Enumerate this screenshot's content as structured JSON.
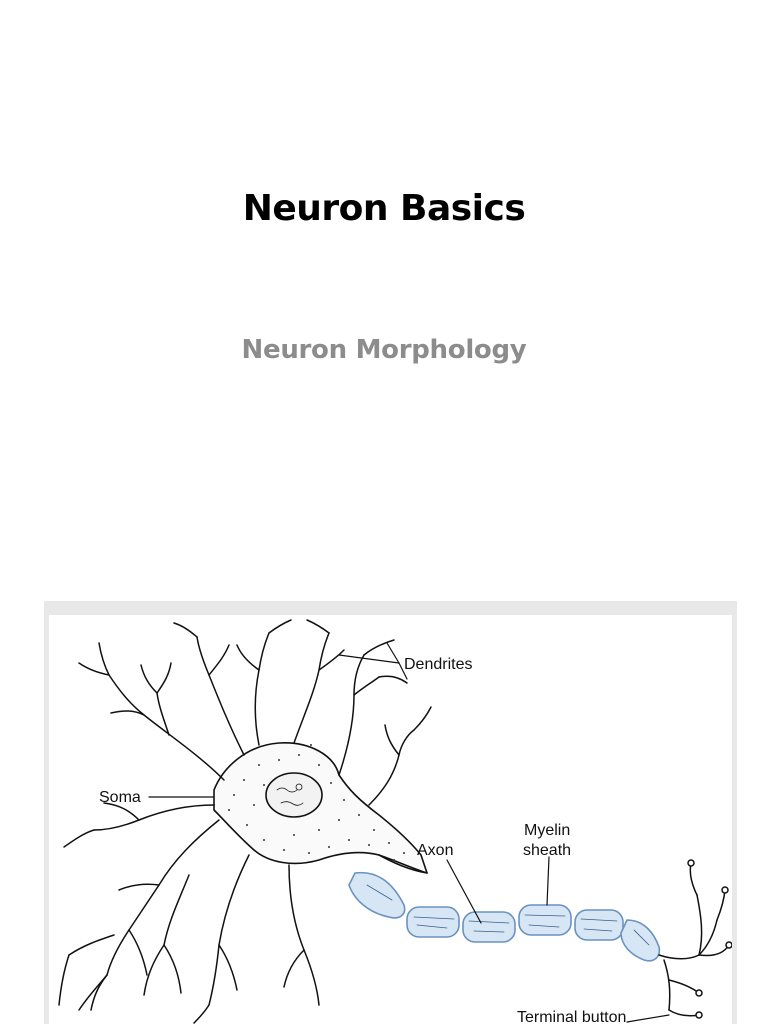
{
  "slide": {
    "title": "Neuron Basics",
    "subtitle": "Neuron Morphology"
  },
  "diagram": {
    "labels": {
      "dendrites": "Dendrites",
      "soma": "Soma",
      "axon": "Axon",
      "myelin_line1": "Myelin",
      "myelin_line2": "sheath",
      "terminal": "Terminal button"
    },
    "colors": {
      "myelin_fill": "#d7e6f5",
      "myelin_stroke": "#6a92c0",
      "line": "#111111"
    }
  }
}
